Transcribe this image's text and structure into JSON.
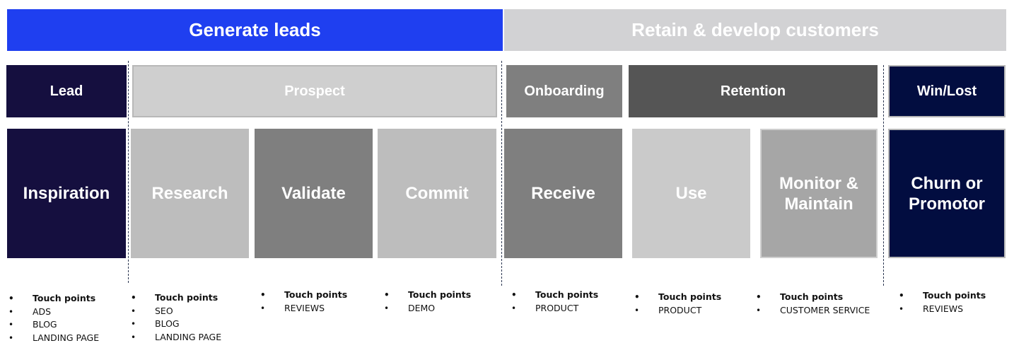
{
  "banners": {
    "generate": "Generate leads",
    "retain": "Retain & develop customers"
  },
  "phases": {
    "lead": "Lead",
    "prospect": "Prospect",
    "onboarding": "Onboarding",
    "retention": "Retention",
    "winlost": "Win/Lost"
  },
  "stages": {
    "inspiration": "Inspiration",
    "research": "Research",
    "validate": "Validate",
    "commit": "Commit",
    "receive": "Receive",
    "use": "Use",
    "monitor_line1": "Monitor &",
    "monitor_line2": "Maintain",
    "churn_line1": "Churn or",
    "churn_line2": "Promotor"
  },
  "touchpoints": {
    "inspiration": [
      "Touch points",
      "ADS",
      "BLOG",
      "LANDING PAGE"
    ],
    "research": [
      "Touch points",
      "SEO",
      "BLOG",
      "LANDING PAGE"
    ],
    "validate": [
      "Touch points",
      "REVIEWS"
    ],
    "commit": [
      "Touch points",
      "DEMO"
    ],
    "receive": [
      "Touch points",
      "PRODUCT"
    ],
    "use": [
      "Touch points",
      "PRODUCT"
    ],
    "monitor": [
      "Touch points",
      "CUSTOMER SERVICE"
    ],
    "churn": [
      "Touch points",
      "REVIEWS"
    ]
  },
  "colors": {
    "generate_banner": "#1f3ff0",
    "retain_banner": "#d2d2d4",
    "navy_dark": "#150f3f",
    "navy": "#020d40",
    "grey_light": "#cfcfcf",
    "grey_mid": "#bdbdbd",
    "grey_dark": "#7f7f7f",
    "grey_retention": "#555555"
  }
}
